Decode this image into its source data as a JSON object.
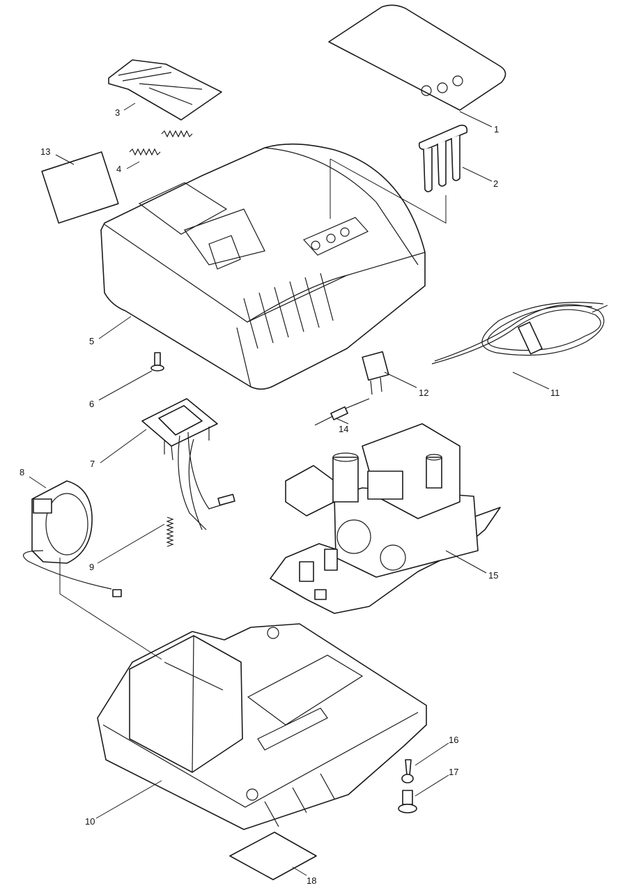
{
  "diagram": {
    "parts": [
      {
        "id": "p1",
        "label": "1"
      },
      {
        "id": "p2",
        "label": "2"
      },
      {
        "id": "p3",
        "label": "3"
      },
      {
        "id": "p4",
        "label": "4"
      },
      {
        "id": "p5",
        "label": "5"
      },
      {
        "id": "p6",
        "label": "6"
      },
      {
        "id": "p7",
        "label": "7"
      },
      {
        "id": "p8",
        "label": "8"
      },
      {
        "id": "p9",
        "label": "9"
      },
      {
        "id": "p10",
        "label": "10"
      },
      {
        "id": "p11",
        "label": "11"
      },
      {
        "id": "p12",
        "label": "12"
      },
      {
        "id": "p13",
        "label": "13"
      },
      {
        "id": "p14",
        "label": "14"
      },
      {
        "id": "p15",
        "label": "15"
      },
      {
        "id": "p16",
        "label": "16"
      },
      {
        "id": "p17",
        "label": "17"
      },
      {
        "id": "p18",
        "label": "18"
      }
    ],
    "colors": {
      "line": "#1a1a1a",
      "background": "#ffffff"
    }
  }
}
